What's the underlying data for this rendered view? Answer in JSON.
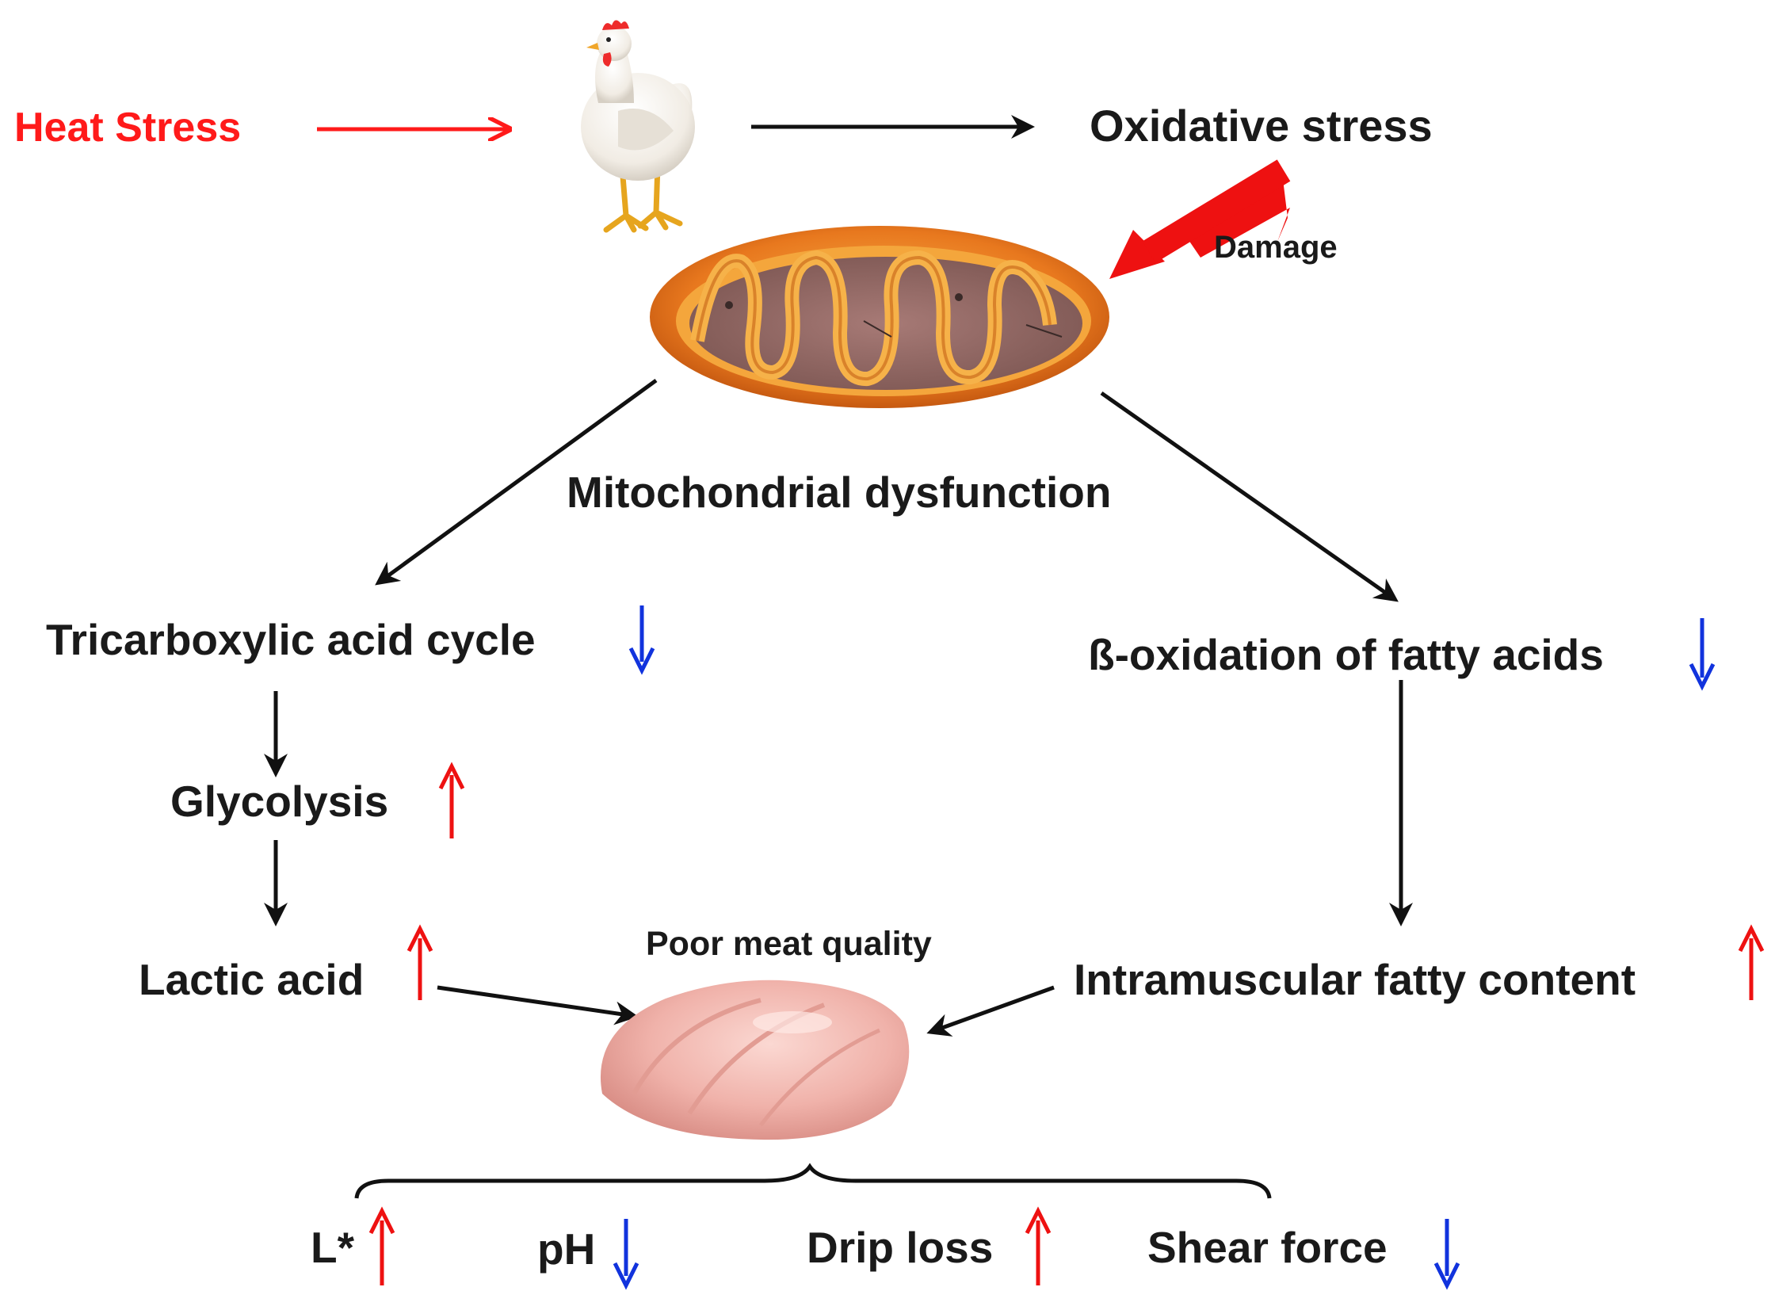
{
  "labels": {
    "heat_stress": "Heat Stress",
    "oxidative_stress": "Oxidative stress",
    "damage": "Damage",
    "mitochondrial_dysfunction": "Mitochondrial dysfunction",
    "tca_cycle": "Tricarboxylic acid cycle",
    "beta_oxidation": "ß-oxidation of fatty acids",
    "glycolysis": "Glycolysis",
    "lactic_acid": "Lactic acid",
    "poor_meat_quality": "Poor meat quality",
    "intramuscular_fat": "Intramuscular fatty content",
    "l_star": "L*",
    "ph": "pH",
    "drip_loss": "Drip loss",
    "shear_force": "Shear force"
  },
  "trends": {
    "tca_cycle": "down",
    "beta_oxidation": "down",
    "glycolysis": "up",
    "lactic_acid": "up",
    "intramuscular_fat": "up",
    "l_star": "up",
    "ph": "down",
    "drip_loss": "up",
    "shear_force": "down"
  },
  "colors": {
    "heat_stress": "#ff1a1a",
    "text": "#1a1a1a",
    "arrow_black": "#111111",
    "arrow_up": "#ee1111",
    "arrow_down": "#1133dd",
    "damage_arrow": "#ee1111"
  },
  "icons": {
    "chicken": "chicken-icon",
    "mitochondrion": "mitochondrion-icon",
    "meat": "chicken-breast-icon"
  }
}
